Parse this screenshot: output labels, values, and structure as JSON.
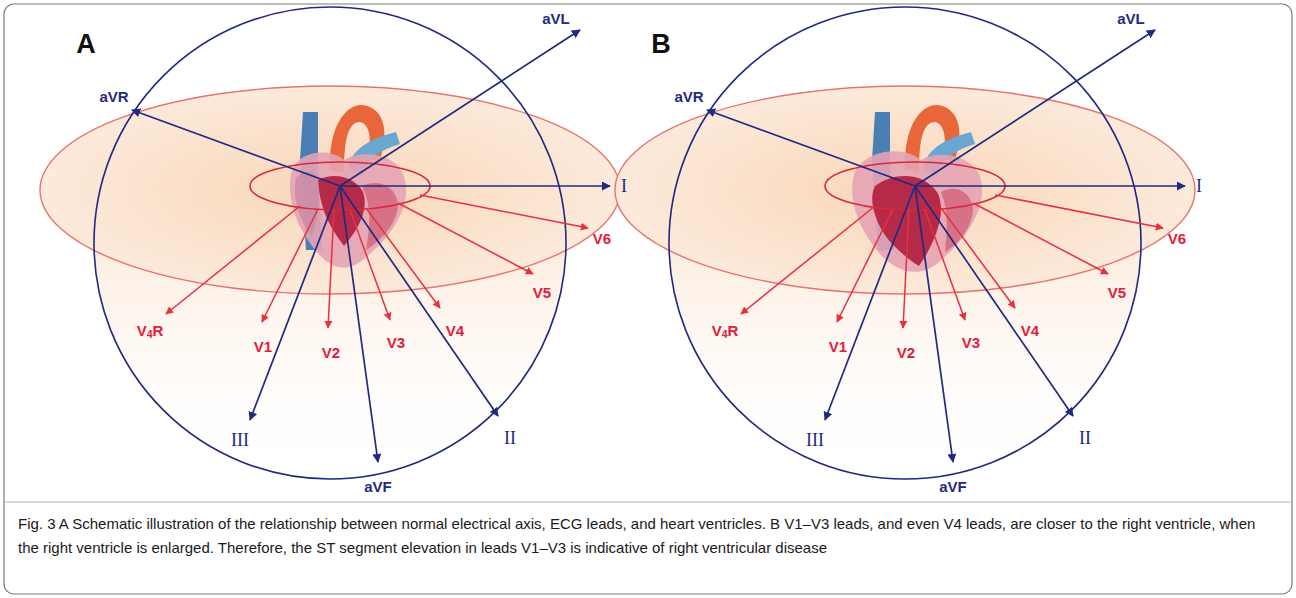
{
  "diagram": {
    "caption": "Fig. 3 A Schematic illustration of the relationship between normal electrical axis, ECG leads, and heart ventricles. B V1–V3 leads, and even V4 leads, are closer to the right ventricle, when the right ventricle is enlarged. Therefore, the ST segment elevation in leads V1–V3 is indicative of right ventricular disease",
    "labels": [
      "A",
      "aVR",
      "aVL",
      "I",
      "V6",
      "V5",
      "V4R",
      "V1",
      "V2",
      "V3",
      "V4",
      "III",
      "aVF",
      "II",
      "B",
      "aVR",
      "aVL",
      "I",
      "V6",
      "V5",
      "V4R",
      "V1",
      "V2",
      "V3",
      "V4",
      "III",
      "aVF",
      "II"
    ]
  }
}
